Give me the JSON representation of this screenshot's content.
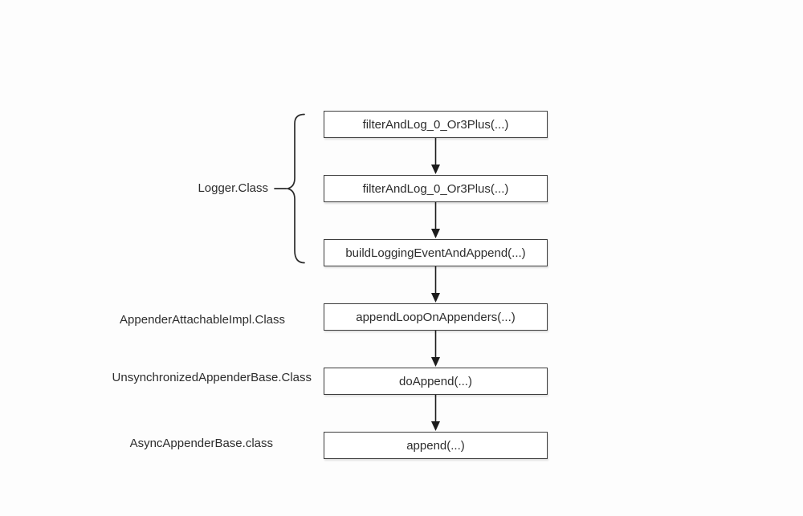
{
  "diagram": {
    "title": "logging append call-chain flowchart",
    "nodes": [
      {
        "label": "filterAndLog_0_Or3Plus(...)"
      },
      {
        "label": "filterAndLog_0_Or3Plus(...)"
      },
      {
        "label": "buildLoggingEventAndAppend(...)"
      },
      {
        "label": "appendLoopOnAppenders(...)"
      },
      {
        "label": "doAppend(...)"
      },
      {
        "label": "append(...)"
      }
    ],
    "connections": [
      {
        "from": 0,
        "to": 1
      },
      {
        "from": 1,
        "to": 2
      },
      {
        "from": 2,
        "to": 3
      },
      {
        "from": 3,
        "to": 4
      },
      {
        "from": 4,
        "to": 5
      }
    ],
    "class_labels": [
      {
        "label": "Logger.Class",
        "grouping": "brace spans nodes 1-3"
      },
      {
        "label": "AppenderAttachableImpl.Class",
        "aligned_node": 4
      },
      {
        "label": "UnsynchronizedAppenderBase.Class",
        "aligned_node": 5
      },
      {
        "label": "AsyncAppenderBase.class",
        "aligned_node": 6
      }
    ],
    "colors": {
      "background": "#fdfdfd",
      "node_fill": "#ffffff",
      "node_border": "#3d3d3d",
      "text": "#2d2d2d",
      "connector": "#1c1c1c"
    }
  }
}
